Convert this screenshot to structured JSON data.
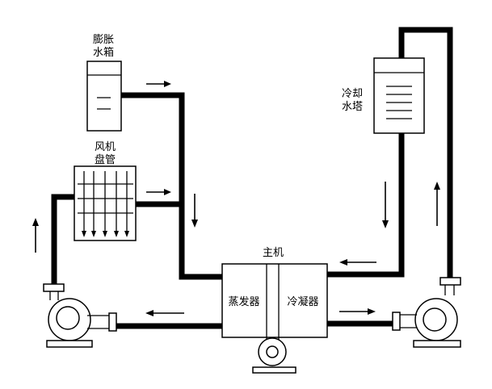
{
  "labels": {
    "expansion_tank": [
      "膨胀",
      "水箱"
    ],
    "cooling_tower": [
      "冷却",
      "水塔"
    ],
    "fan_coil": [
      "风机",
      "盘管"
    ],
    "main_unit": "主机",
    "evaporator": "蒸发器",
    "condenser": "冷凝器"
  },
  "colors": {
    "stroke": "#000000",
    "background": "#ffffff"
  }
}
